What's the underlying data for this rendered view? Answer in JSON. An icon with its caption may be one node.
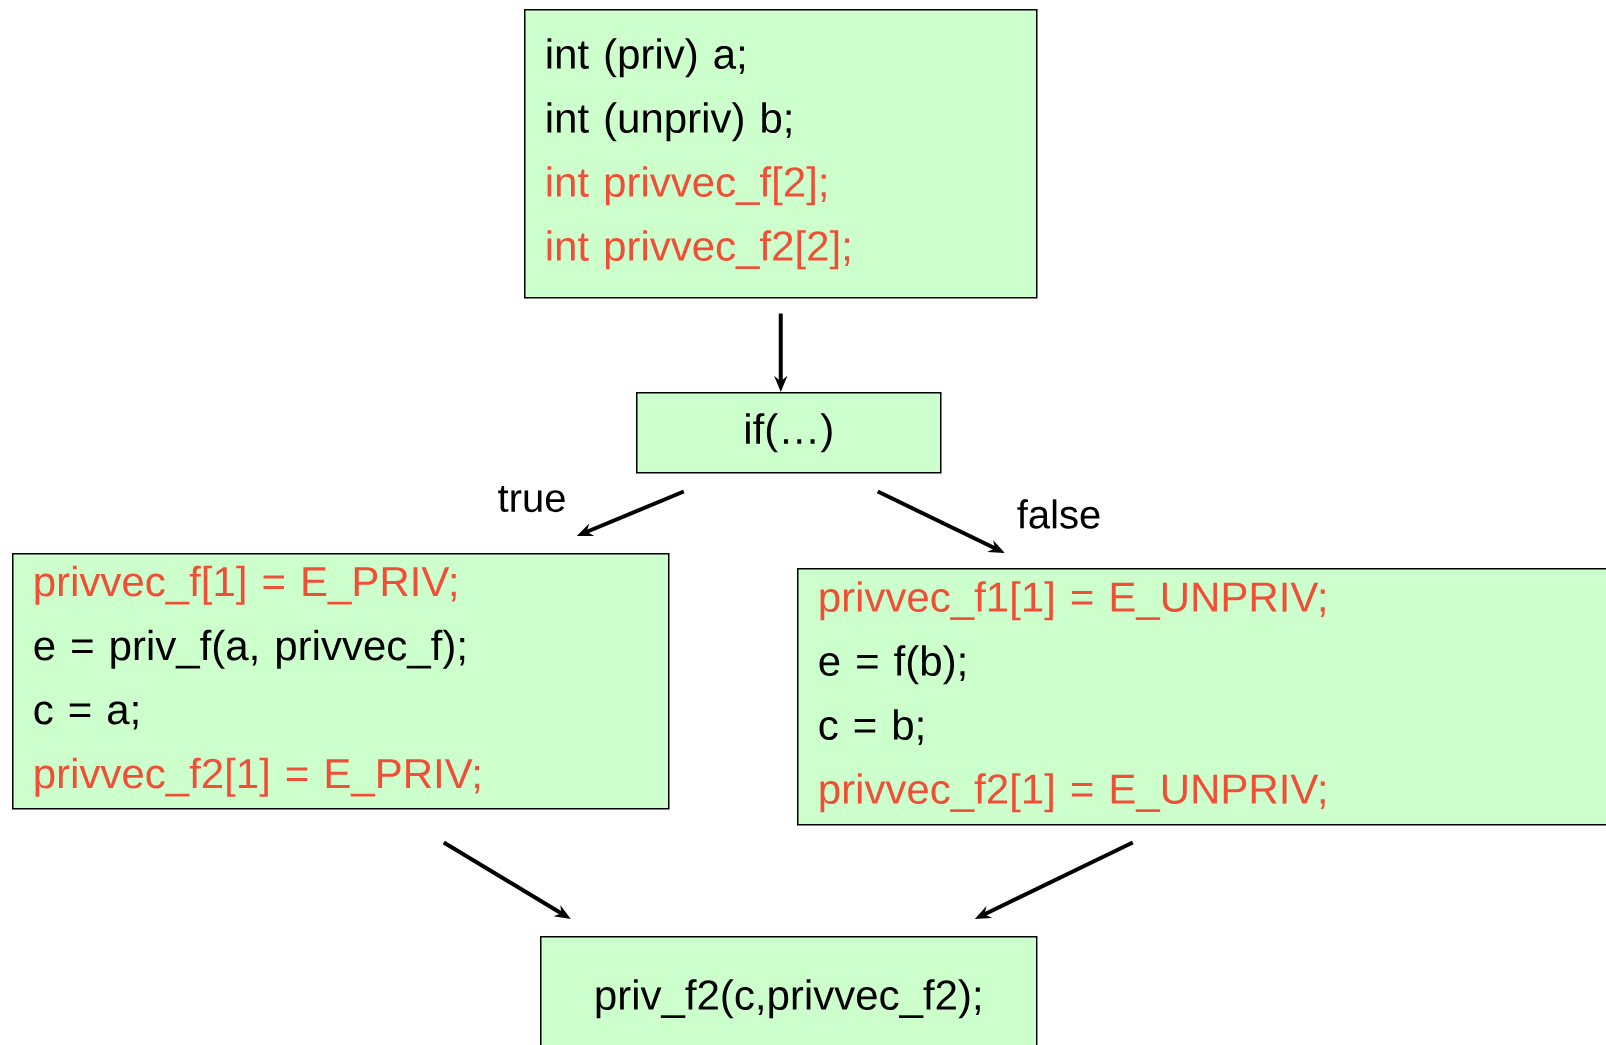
{
  "diagram": {
    "nodes": [
      {
        "text": [
          "int (priv) a;",
          "int (unpriv) b;",
          "int privvec_f[2];",
          "int privvec_f2[2];"
        ]
      },
      {
        "text": [
          "if(…)"
        ]
      },
      {
        "text": [
          "privvec_f[1] = E_PRIV;",
          "e = priv_f(a, privvec_f);",
          "c = a;",
          "privvec_f2[1] = E_PRIV;"
        ]
      },
      {
        "text": [
          "privvec_f1[1] = E_UNPRIV;",
          "e = f(b);",
          "c = b;",
          "privvec_f2[1] = E_UNPRIV;"
        ]
      },
      {
        "text": [
          "priv_f2(c,privvec_f2);"
        ]
      }
    ],
    "edges": [
      {
        "from": 0,
        "to": 1,
        "arrow": "to"
      },
      {
        "from": 1,
        "to": 2,
        "arrow": "to",
        "label": "true"
      },
      {
        "from": 1,
        "to": 3,
        "arrow": "to",
        "label": "false"
      },
      {
        "from": 2,
        "to": 4,
        "arrow": "to"
      },
      {
        "from": 3,
        "to": 4,
        "arrow": "to"
      }
    ]
  }
}
